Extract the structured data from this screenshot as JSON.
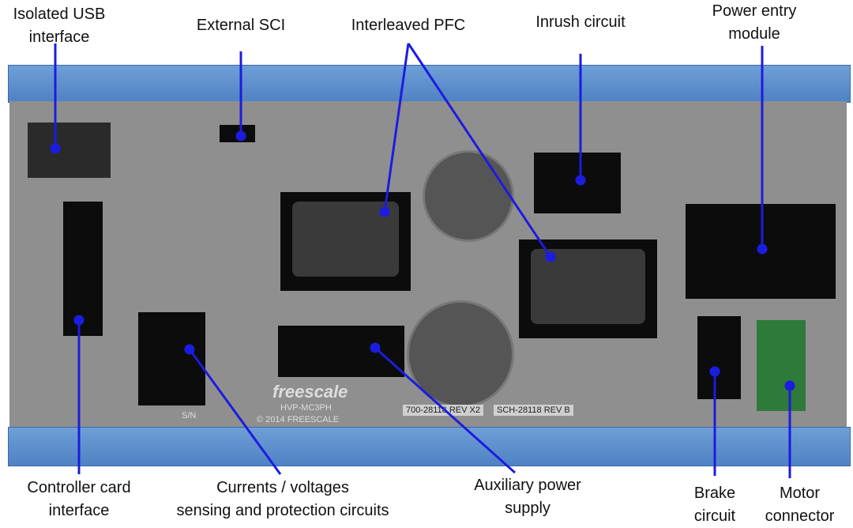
{
  "labels": {
    "usb": [
      "Isolated USB",
      "interface"
    ],
    "sci": "External SCI",
    "pfc": "Interleaved PFC",
    "inrush": "Inrush circuit",
    "power_entry": [
      "Power entry",
      "module"
    ],
    "controller": [
      "Controller card",
      "interface"
    ],
    "sensing": [
      "Currents / voltages",
      "sensing and protection circuits"
    ],
    "aux": [
      "Auxiliary  power",
      "supply"
    ],
    "brake": [
      "Brake",
      "circuit"
    ],
    "motor": [
      "Motor",
      "connector"
    ]
  },
  "board_text": {
    "brand": "freescale",
    "model": "HVP-MC3PH",
    "copyright": "© 2014  FREESCALE",
    "sn": "S/N",
    "rev1": "700-28118 REV X2",
    "rev2": "SCH-28118 REV B"
  },
  "colors": {
    "callout": "#1c1ce0",
    "rail": "#5a8cca",
    "board": "#8f8f8f"
  }
}
